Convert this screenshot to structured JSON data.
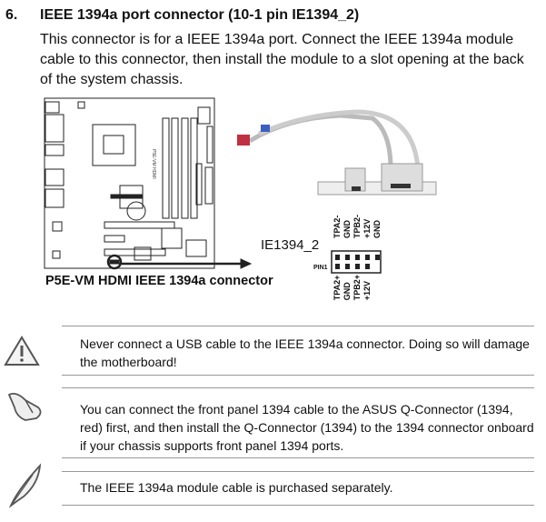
{
  "section": {
    "number": "6.",
    "title": "IEEE 1394a port connector (10-1 pin IE1394_2)",
    "paragraph": "This connector is for a IEEE 1394a port. Connect the IEEE 1394a module cable to this connector, then install the module to a slot opening at the back of the system chassis."
  },
  "figure": {
    "board_label": "P5E-VM HDMI",
    "caption": "P5E-VM HDMI IEEE 1394a connector",
    "connector_label": "IE1394_2",
    "pin1_label": "PIN1",
    "top_pins": [
      "TPA2-",
      "GND",
      "TPB2-",
      "+12V",
      "GND"
    ],
    "bottom_pins": [
      "TPA2+",
      "GND",
      "TPB2+",
      "+12V"
    ]
  },
  "notes": [
    {
      "icon": "warning-icon",
      "text": "Never connect a USB cable to the IEEE 1394a connector. Doing so will damage the motherboard!"
    },
    {
      "icon": "hand-icon",
      "text": "You can connect the front panel 1394 cable to the ASUS Q-Connector (1394, red) first, and then install the Q-Connector (1394) to the 1394 connector onboard if your chassis supports front panel 1394 ports."
    },
    {
      "icon": "feather-icon",
      "text": "The IEEE 1394a module cable is purchased separately."
    }
  ]
}
